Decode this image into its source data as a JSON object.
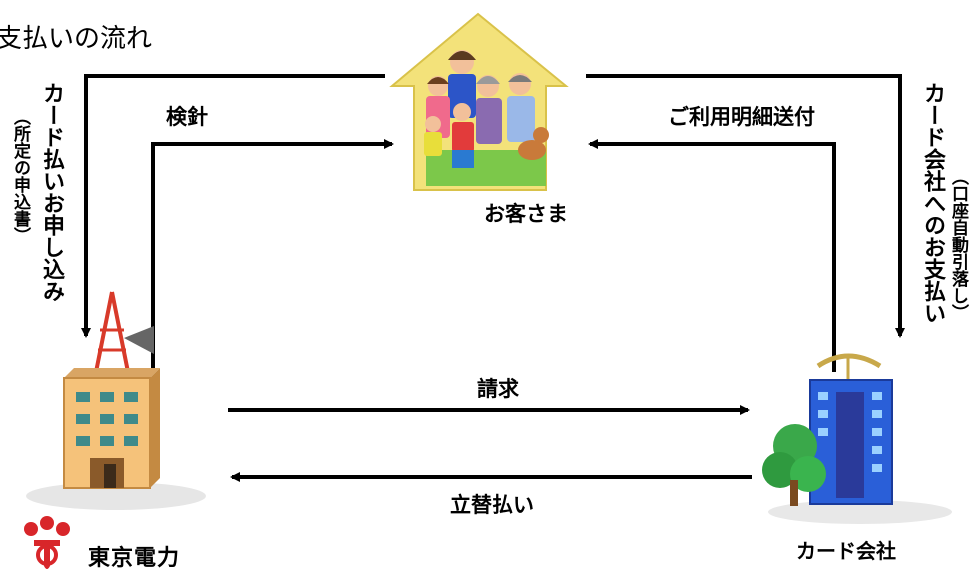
{
  "title": "支払いの流れ",
  "nodes": {
    "customer": "お客さま",
    "utility": "東京電力",
    "card_company": "カード会社"
  },
  "edges": {
    "meter_reading": "検針",
    "usage_statement": "ご利用明細送付",
    "billing": "請求",
    "advance_payment": "立替払い",
    "card_application": "カード払いお申し込み",
    "card_application_note": "（所定の申込書）",
    "payment_to_card": "カード会社へのお支払い",
    "payment_to_card_note": "（口座自動引落し）"
  }
}
